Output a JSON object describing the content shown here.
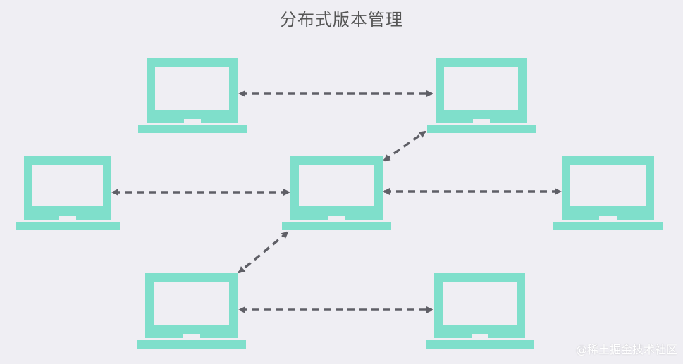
{
  "title": "分布式版本管理",
  "watermark": "@稀土掘金技术社区",
  "colors": {
    "background": "#efeef3",
    "laptop": "#7fdfcb",
    "screen": "#efeef3",
    "arrow": "#5f5f66",
    "title": "#555555"
  },
  "nodes": [
    {
      "name": "laptop-top-left",
      "icon": "laptop-icon"
    },
    {
      "name": "laptop-top-right",
      "icon": "laptop-icon"
    },
    {
      "name": "laptop-middle-left",
      "icon": "laptop-icon"
    },
    {
      "name": "laptop-center",
      "icon": "laptop-icon"
    },
    {
      "name": "laptop-middle-right",
      "icon": "laptop-icon"
    },
    {
      "name": "laptop-bottom-left",
      "icon": "laptop-icon"
    },
    {
      "name": "laptop-bottom-right",
      "icon": "laptop-icon"
    }
  ],
  "edges": [
    {
      "from": "laptop-top-left",
      "to": "laptop-top-right",
      "bidirectional": true,
      "style": "dashed"
    },
    {
      "from": "laptop-center",
      "to": "laptop-top-right",
      "bidirectional": true,
      "style": "dashed"
    },
    {
      "from": "laptop-middle-left",
      "to": "laptop-center",
      "bidirectional": true,
      "style": "dashed"
    },
    {
      "from": "laptop-center",
      "to": "laptop-middle-right",
      "bidirectional": true,
      "style": "dashed"
    },
    {
      "from": "laptop-center",
      "to": "laptop-bottom-left",
      "bidirectional": true,
      "style": "dashed"
    },
    {
      "from": "laptop-bottom-left",
      "to": "laptop-bottom-right",
      "bidirectional": true,
      "style": "dashed"
    }
  ]
}
